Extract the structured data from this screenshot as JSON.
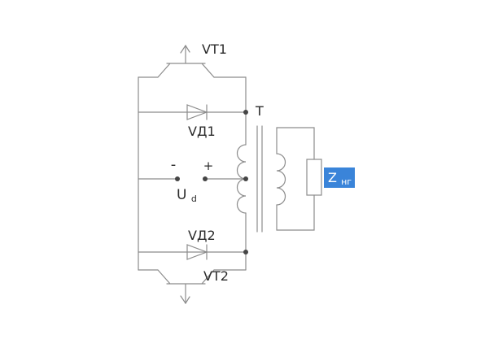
{
  "diagram": {
    "labels": {
      "vt1": "VT1",
      "vd1": "VД1",
      "transformer": "T",
      "minus": "-",
      "plus": "+",
      "ud_main": "U",
      "ud_sub": "d",
      "vd2": "VД2",
      "vt2": "VT2",
      "z_main": "Z",
      "z_sub": "нг"
    },
    "colors": {
      "line": "#8c8c8c",
      "text": "#2b2b2b",
      "dot": "#454545",
      "highlight_bg": "#3a84d9",
      "highlight_text": "#ffffff"
    }
  }
}
